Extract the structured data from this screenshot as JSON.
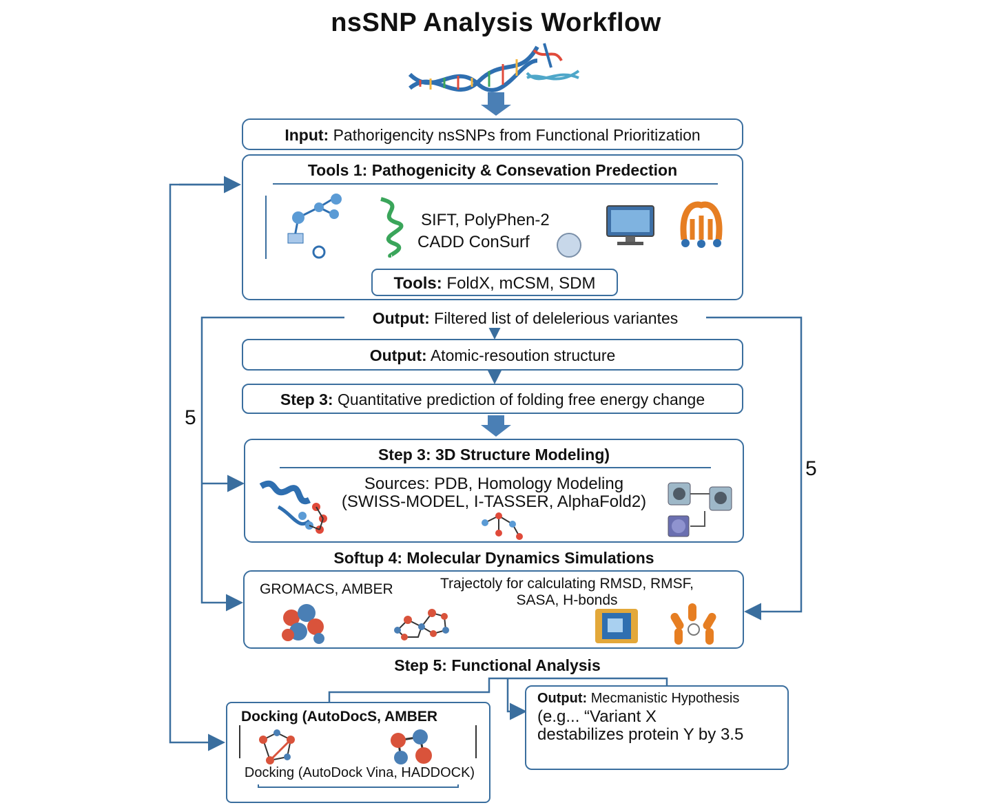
{
  "title": "nsSNP Analysis Workflow",
  "input": {
    "label": "Input:",
    "text": "Pathorigencity nsSNPs from   Functional Prioritization"
  },
  "tools1": {
    "heading_bold": "Tools 1:",
    "heading_rest": "Pathogenicity & Consevation Predection",
    "tools_line1": "SIFT, PolyPhen-2",
    "tools_line2": "CADD ConSurf",
    "sub_label": "Tools:",
    "sub_text": "FoldX, mCSM, SDM"
  },
  "output1": {
    "label": "Output:",
    "text": "Filtered list of delelerious variantes"
  },
  "output2": {
    "label": "Output:",
    "text": "Atomic-resoution structure"
  },
  "step3a": {
    "label": "Step 3:",
    "text": "Quantitative prediction of  folding free energy change"
  },
  "step3b": {
    "heading": "Step 3: 3D Structure Modeling)",
    "line1": "Sources: PDB, Homology Modeling",
    "line2": "(SWISS-MODEL, I-TASSER, AlphaFold2)"
  },
  "step4": {
    "heading": "Softup 4: Molecular Dynamics Simulations",
    "left_text": "GROMACS, AMBER",
    "right_line1": "Trajectoly for calculating RMSD, RMSF,",
    "right_line2": "SASA, H-bonds"
  },
  "step5": {
    "heading": "Step 5: Functional Analysis"
  },
  "docking": {
    "heading": "Docking (AutoDocS, AMBER",
    "sub_label": "Docking",
    "sub_text": "(AutoDock Vina, HADDOCK)"
  },
  "output3": {
    "label": "Output:",
    "text": "Mecmanistic Hypothesis",
    "line2": "(e.g... “Variant X",
    "line3": "destabilizes protein Y by 3.5"
  },
  "loop_labels": {
    "left": "5",
    "right": "5"
  },
  "colors": {
    "border": "#3a6e9e",
    "arrow": "#4a7fb5",
    "dna_blue": "#2f6fb0",
    "dna_accents": [
      "#e04a3a",
      "#f2b640",
      "#3aa55a"
    ]
  }
}
